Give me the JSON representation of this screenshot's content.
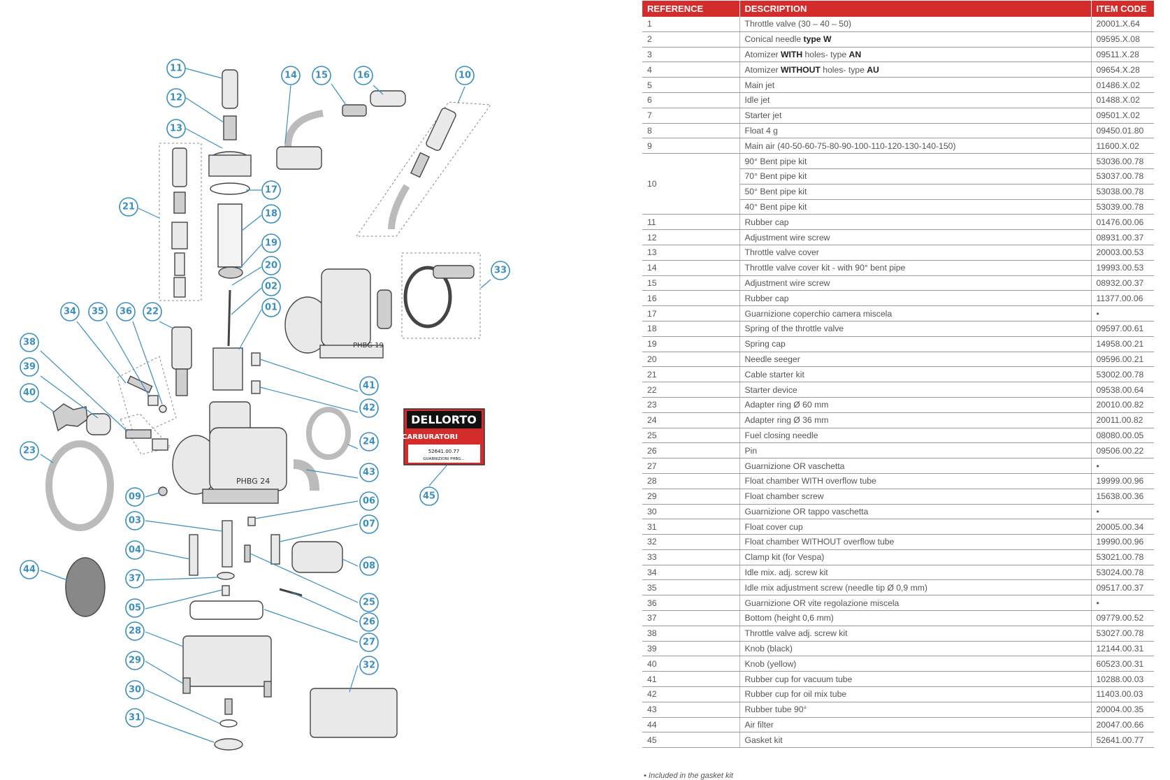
{
  "table": {
    "headers": {
      "reference": "REFERENCE",
      "description": "DESCRIPTION",
      "item_code": "ITEM CODE"
    },
    "rows": [
      {
        "ref": "1",
        "desc": "Throttle valve (30 – 40 – 50)",
        "code": "20001.X.64"
      },
      {
        "ref": "2",
        "desc_pre": "Conical needle ",
        "desc_b1": "type W",
        "code": "09595.X.08"
      },
      {
        "ref": "3",
        "desc_pre": "Atomizer ",
        "desc_b1": "WITH",
        "desc_mid": " holes- type ",
        "desc_b2": "AN",
        "code": "09511.X.28"
      },
      {
        "ref": "4",
        "desc_pre": "Atomizer ",
        "desc_b1": "WITHOUT",
        "desc_mid": " holes- type ",
        "desc_b2": "AU",
        "code": "09654.X.28"
      },
      {
        "ref": "5",
        "desc": "Main jet",
        "code": "01486.X.02"
      },
      {
        "ref": "6",
        "desc": "Idle jet",
        "code": "01488.X.02"
      },
      {
        "ref": "7",
        "desc": "Starter jet",
        "code": "09501.X.02"
      },
      {
        "ref": "8",
        "desc": "Float 4 g",
        "code": "09450.01.80"
      },
      {
        "ref": "9",
        "desc": "Main air (40-50-60-75-80-90-100-110-120-130-140-150)",
        "code": "11600.X.02"
      },
      {
        "ref": "10",
        "desc": "90° Bent pipe kit",
        "code": "53036.00.78"
      },
      {
        "ref": "",
        "desc": "70° Bent pipe kit",
        "code": "53037.00.78"
      },
      {
        "ref": "",
        "desc": "50° Bent pipe kit",
        "code": "53038.00.78"
      },
      {
        "ref": "",
        "desc": "40° Bent pipe kit",
        "code": "53039.00.78"
      },
      {
        "ref": "11",
        "desc": "Rubber cap",
        "code": "01476.00.06"
      },
      {
        "ref": "12",
        "desc": "Adjustment wire screw",
        "code": "08931.00.37"
      },
      {
        "ref": "13",
        "desc": "Throttle valve cover",
        "code": "20003.00.53"
      },
      {
        "ref": "14",
        "desc": "Throttle valve cover kit - with 90° bent pipe",
        "code": "19993.00.53"
      },
      {
        "ref": "15",
        "desc": "Adjustment wire screw",
        "code": "08932.00.37"
      },
      {
        "ref": "16",
        "desc": "Rubber cap",
        "code": "11377.00.06"
      },
      {
        "ref": "17",
        "desc": "Guarnizione coperchio camera miscela",
        "code": "•"
      },
      {
        "ref": "18",
        "desc": "Spring of the throttle valve",
        "code": "09597.00.61"
      },
      {
        "ref": "19",
        "desc": "Spring cap",
        "code": "14958.00.21"
      },
      {
        "ref": "20",
        "desc": "Needle seeger",
        "code": "09596.00.21"
      },
      {
        "ref": "21",
        "desc": "Cable starter kit",
        "code": "53002.00.78"
      },
      {
        "ref": "22",
        "desc": "Starter device",
        "code": "09538.00.64"
      },
      {
        "ref": "23",
        "desc": "Adapter ring Ø 60 mm",
        "code": "20010.00.82"
      },
      {
        "ref": "24",
        "desc": "Adapter ring Ø 36 mm",
        "code": "20011.00.82"
      },
      {
        "ref": "25",
        "desc": "Fuel closing needle",
        "code": "08080.00.05"
      },
      {
        "ref": "26",
        "desc": "Pin",
        "code": "09506.00.22"
      },
      {
        "ref": "27",
        "desc": "Guarnizione OR vaschetta",
        "code": "•"
      },
      {
        "ref": "28",
        "desc": "Float chamber WITH overflow tube",
        "code": "19999.00.96"
      },
      {
        "ref": "29",
        "desc": "Float chamber screw",
        "code": "15638.00.36"
      },
      {
        "ref": "30",
        "desc": "Guarnizione OR tappo vaschetta",
        "code": "•"
      },
      {
        "ref": "31",
        "desc": "Float cover cup",
        "code": "20005.00.34"
      },
      {
        "ref": "32",
        "desc": "Float chamber WITHOUT overflow tube",
        "code": "19990.00.96"
      },
      {
        "ref": "33",
        "desc": "Clamp kit (for Vespa)",
        "code": "53021.00.78"
      },
      {
        "ref": "34",
        "desc": "Idle mix. adj. screw kit",
        "code": "53024.00.78"
      },
      {
        "ref": "35",
        "desc": "Idle mix adjustment screw (needle tip Ø 0,9 mm)",
        "code": "09517.00.37"
      },
      {
        "ref": "36",
        "desc": "Guarnizione OR vite regolazione miscela",
        "code": "•"
      },
      {
        "ref": "37",
        "desc": "Bottom (height 0,6 mm)",
        "code": "09779.00.52"
      },
      {
        "ref": "38",
        "desc": "Throttle valve adj. screw kit",
        "code": "53027.00.78"
      },
      {
        "ref": "39",
        "desc": "Knob (black)",
        "code": "12144.00.31"
      },
      {
        "ref": "40",
        "desc": "Knob (yellow)",
        "code": "60523.00.31"
      },
      {
        "ref": "41",
        "desc": "Rubber cup for vacuum tube",
        "code": "10288.00.03"
      },
      {
        "ref": "42",
        "desc": "Rubber cup for oil mix tube",
        "code": "11403.00.03"
      },
      {
        "ref": "43",
        "desc": "Rubber tube 90°",
        "code": "20004.00.35"
      },
      {
        "ref": "44",
        "desc": "Air filter",
        "code": "20047.00.66"
      },
      {
        "ref": "45",
        "desc": "Gasket kit",
        "code": "52641.00.77"
      }
    ]
  },
  "footnote": "• Included in the gasket kit",
  "diagram": {
    "callouts": [
      "11",
      "12",
      "13",
      "14",
      "15",
      "16",
      "10",
      "21",
      "17",
      "18",
      "19",
      "20",
      "02",
      "01",
      "33",
      "34",
      "35",
      "36",
      "22",
      "38",
      "39",
      "40",
      "41",
      "42",
      "23",
      "24",
      "43",
      "45",
      "09",
      "06",
      "03",
      "07",
      "04",
      "08",
      "37",
      "44",
      "05",
      "25",
      "26",
      "27",
      "28",
      "32",
      "29",
      "30",
      "31"
    ],
    "labels": {
      "brand_top": "DELLORTO",
      "brand_sub": "CARBURATORI",
      "brand_code": "52641.00.77",
      "brand_note": "GUARNIZIONI PHBG...",
      "body_mark_small": "PHBG 19",
      "body_mark_large": "PHBG 24"
    }
  },
  "colors": {
    "header_red": "#d42b2b",
    "callout_blue": "#3a8fbf"
  }
}
